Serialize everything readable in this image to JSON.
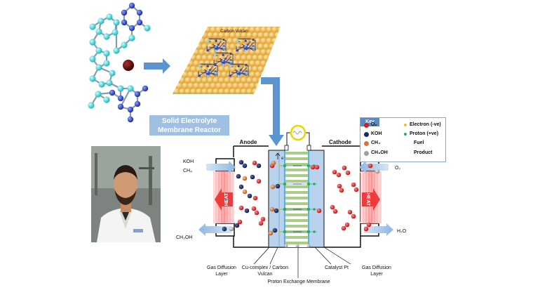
{
  "diagram": {
    "carbon_label": "Carbon Vulcan",
    "banner_line1": "Solid Electrolyte",
    "banner_line2": "Membrane Reactor",
    "anode_label": "Anode",
    "cathode_label": "Cathode",
    "electron_symbol": "e⁻",
    "inputs_left": {
      "koh": "KOH",
      "ch4": "CH₄"
    },
    "output_left": "CH₃OH",
    "input_right": "O₂",
    "output_right": "H₂O",
    "heat_label": "HEAT",
    "bottom_labels": {
      "gdl_left_1": "Gas Diffusion",
      "gdl_left_2": "Layer",
      "cu_1": "Cu-complex / Carbon",
      "cu_2": "Vulcan",
      "pem": "Proton Exchange Membrane",
      "catalyst": "Catalyst Pt",
      "gdl_right_1": "Gas Diffusion",
      "gdl_right_2": "Layer"
    },
    "key": {
      "title": "Key",
      "items": [
        {
          "symbol": "O₂",
          "color": "#d42020"
        },
        {
          "symbol": "KOH",
          "color": "#1a2a66"
        },
        {
          "symbol": "CH₄",
          "color": "#d27a3a"
        },
        {
          "symbol": "CH₃OH",
          "color": "#a0a0a0"
        }
      ],
      "right_items": [
        {
          "label": "Electron (-ve)",
          "color": "#f0c020"
        },
        {
          "label": "Proton (+ve)",
          "color": "#2bb34a"
        },
        {
          "label": "Fuel",
          "color": ""
        },
        {
          "label": "Product",
          "color": ""
        }
      ]
    },
    "colors": {
      "molecule_cyan": "#39d4d4",
      "molecule_blue": "#2540c0",
      "metal_center": "#6e0f0f",
      "arrow_blue": "#5b94cf",
      "gdl_blue": "#b9d3ee",
      "membrane_green": "#a9cf86",
      "carbon_gold": "#f2bb4a",
      "heat_red": "#ee3b3b"
    }
  }
}
